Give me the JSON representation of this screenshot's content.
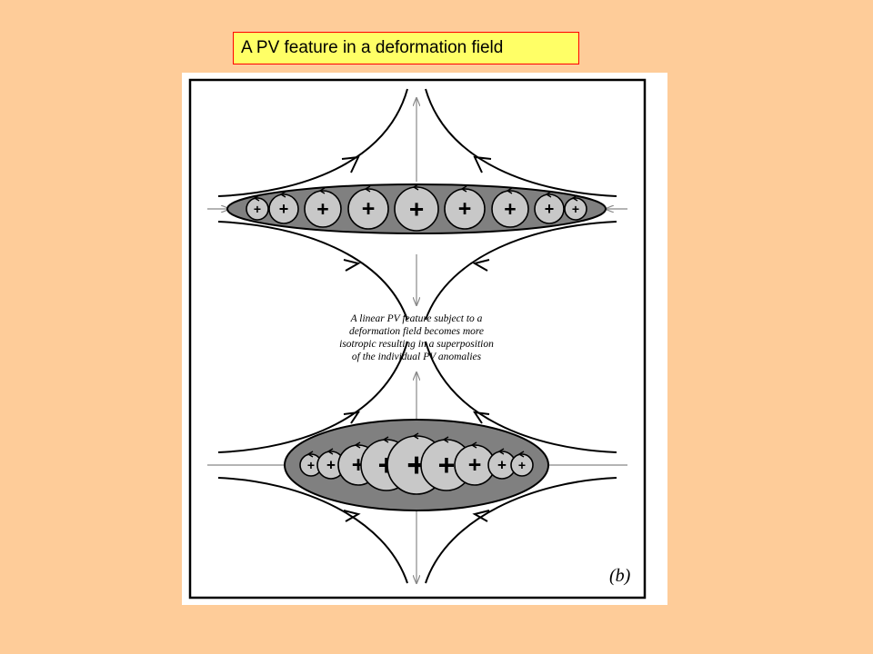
{
  "slide": {
    "title": "A PV feature in a deformation field",
    "background_color": "#FECC99",
    "title_box_color": "#FFFF66",
    "title_border_color": "#FF0000"
  },
  "figure": {
    "panel_label": "(b)",
    "caption_lines": [
      "A linear PV feature subject to a",
      "deformation field becomes more",
      "isotropic resulting in a superposition",
      "of the individual PV anomalies"
    ],
    "anomaly_symbol": "+",
    "top_row_anomaly_count": 9,
    "bottom_row_anomaly_count": 9,
    "ellipse_fill": "#808080",
    "anomaly_fill": "#C8C8C8"
  }
}
